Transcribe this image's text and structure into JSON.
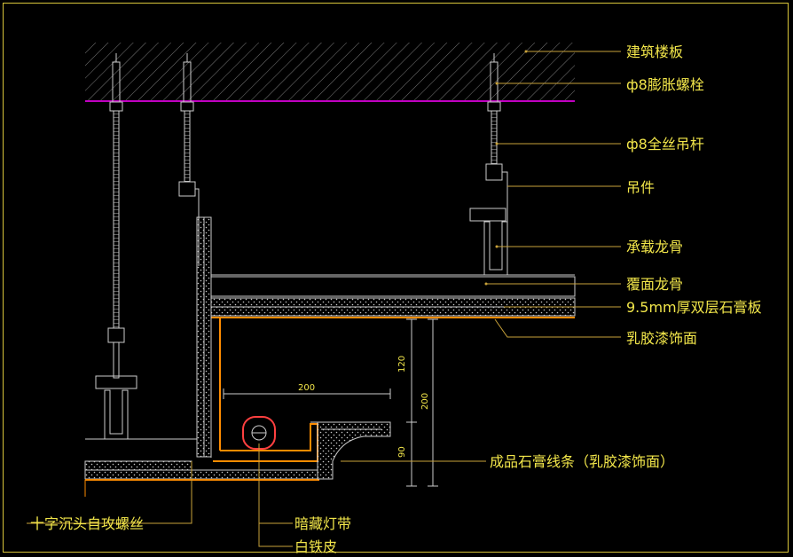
{
  "drawing": {
    "labels": {
      "floor_slab": "建筑楼板",
      "expansion_bolt": "ф8膨胀螺栓",
      "threaded_rod": "ф8全丝吊杆",
      "hanger": "吊件",
      "main_keel": "承载龙骨",
      "cover_keel": "覆面龙骨",
      "gypsum_board": "9.5mm厚双层石膏板",
      "latex_paint": "乳胶漆饰面",
      "gypsum_moulding": "成品石膏线条（乳胶漆饰面）",
      "screw": "十字沉头自攻螺丝",
      "hidden_light": "暗藏灯带",
      "tin_sheet": "白铁皮"
    },
    "dimensions": {
      "width_200": "200",
      "h_120": "120",
      "h_90": "90",
      "h_200": "200"
    },
    "colors": {
      "background": "#000000",
      "text": "#f2e64a",
      "leader": "#c9a23a",
      "slab_line": "#c000c0",
      "board_edge": "#ff8c00",
      "structure": "#d8d8d8"
    }
  }
}
